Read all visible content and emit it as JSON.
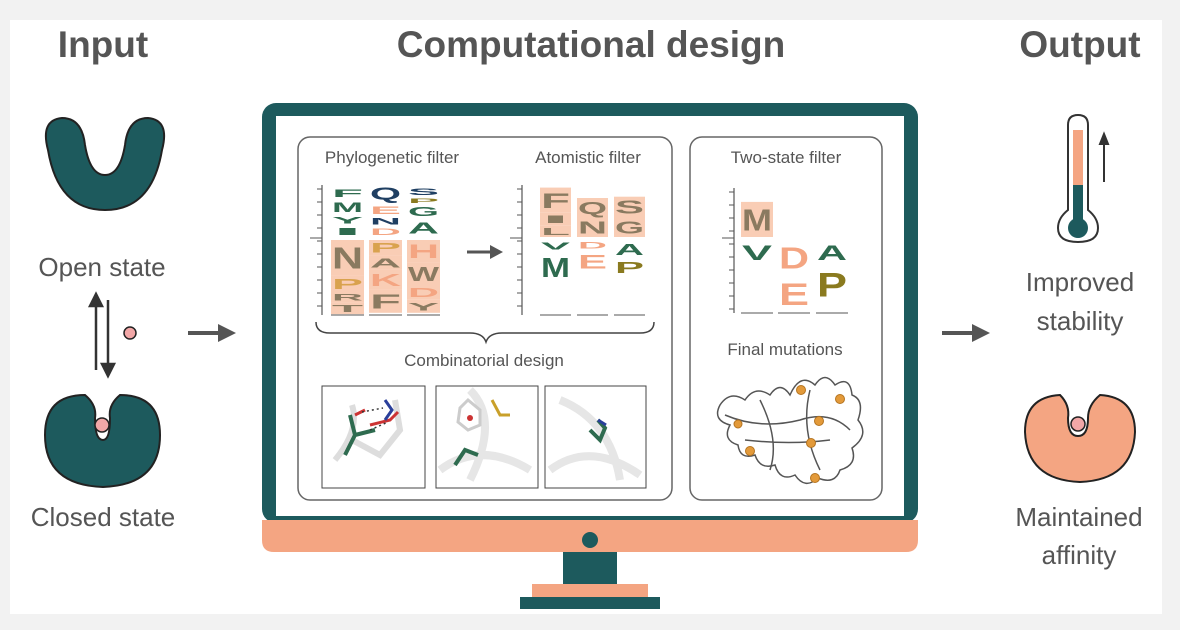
{
  "headings": {
    "input": "Input",
    "design": "Computational design",
    "output": "Output"
  },
  "input": {
    "open_state": "Open state",
    "closed_state": "Closed state"
  },
  "output": {
    "stability": [
      "Improved",
      "stability"
    ],
    "affinity": [
      "Maintained",
      "affinity"
    ]
  },
  "panels": {
    "phylogenetic": "Phylogenetic filter",
    "atomistic": "Atomistic filter",
    "combinatorial": "Combinatorial design",
    "two_state": "Two-state filter",
    "final": "Final mutations"
  },
  "colors": {
    "teal": "#1d5a5d",
    "salmon": "#f4a582",
    "pink": "#f2a7a7",
    "green": "#2e6b4f",
    "navy": "#1f3f62",
    "tan": "#d9a24e",
    "brown": "#8a7a60",
    "olive": "#8a7a1f",
    "text": "#555555"
  },
  "logos": {
    "phylogenetic": [
      {
        "above": [
          [
            "F",
            "green",
            1.0,
            0
          ],
          [
            "M",
            "green",
            1.2,
            0
          ],
          [
            "Y",
            "green",
            0.8,
            0
          ],
          [
            "I",
            "green",
            0.9,
            0
          ]
        ],
        "below": [
          [
            "N",
            "brown",
            2.7,
            1
          ],
          [
            "P",
            "tan",
            1.3,
            1
          ],
          [
            "R",
            "brown",
            0.8,
            1
          ],
          [
            "T",
            "brown",
            0.9,
            1
          ]
        ]
      },
      {
        "above": [
          [
            "Q",
            "navy",
            1.5,
            0
          ],
          [
            "E",
            "salmon",
            1.0,
            0
          ],
          [
            "N",
            "navy",
            0.8,
            0
          ],
          [
            "D",
            "salmon",
            0.8,
            0
          ]
        ],
        "below": [
          [
            "P",
            "tan",
            1.2,
            1
          ],
          [
            "A",
            "brown",
            1.1,
            1
          ],
          [
            "K",
            "salmon",
            1.5,
            1
          ],
          [
            "F",
            "brown",
            1.8,
            1
          ]
        ]
      },
      {
        "above": [
          [
            "S",
            "navy",
            0.8,
            0
          ],
          [
            "P",
            "olive",
            0.6,
            0
          ],
          [
            "G",
            "green",
            1.1,
            0
          ],
          [
            "A",
            "green",
            1.4,
            0
          ]
        ],
        "below": [
          [
            "H",
            "salmon",
            1.7,
            1
          ],
          [
            "W",
            "brown",
            1.8,
            1
          ],
          [
            "D",
            "salmon",
            1.1,
            1
          ],
          [
            "Y",
            "brown",
            1.0,
            1
          ]
        ]
      }
    ],
    "atomistic": [
      {
        "above": [
          [
            "F",
            "brown",
            1.9,
            1
          ],
          [
            "I",
            "brown",
            1.0,
            1
          ],
          [
            "L",
            "brown",
            0.9,
            1
          ]
        ],
        "below": [
          [
            "V",
            "green",
            0.9,
            0
          ],
          [
            "M",
            "green",
            2.4,
            0
          ]
        ]
      },
      {
        "above": [
          [
            "Q",
            "brown",
            1.5,
            1
          ],
          [
            "N",
            "brown",
            1.5,
            1
          ]
        ],
        "below": [
          [
            "D",
            "salmon",
            0.8,
            0
          ],
          [
            "E",
            "salmon",
            1.7,
            0
          ]
        ]
      },
      {
        "above": [
          [
            "S",
            "brown",
            1.6,
            1
          ],
          [
            "G",
            "brown",
            1.5,
            1
          ]
        ],
        "below": [
          [
            "A",
            "green",
            1.4,
            0
          ],
          [
            "P",
            "olive",
            1.4,
            0
          ]
        ]
      }
    ],
    "two_state": [
      {
        "above": [
          [
            "M",
            "brown",
            2.7,
            1
          ]
        ],
        "below": [
          [
            "V",
            "green",
            1.9,
            0
          ]
        ]
      },
      {
        "above": [],
        "below": [
          [
            "D",
            "salmon",
            2.7,
            0
          ],
          [
            "E",
            "salmon",
            2.8,
            0
          ]
        ]
      },
      {
        "above": [],
        "below": [
          [
            "A",
            "green",
            1.9,
            0
          ],
          [
            "P",
            "olive",
            3.0,
            0
          ]
        ]
      }
    ]
  }
}
